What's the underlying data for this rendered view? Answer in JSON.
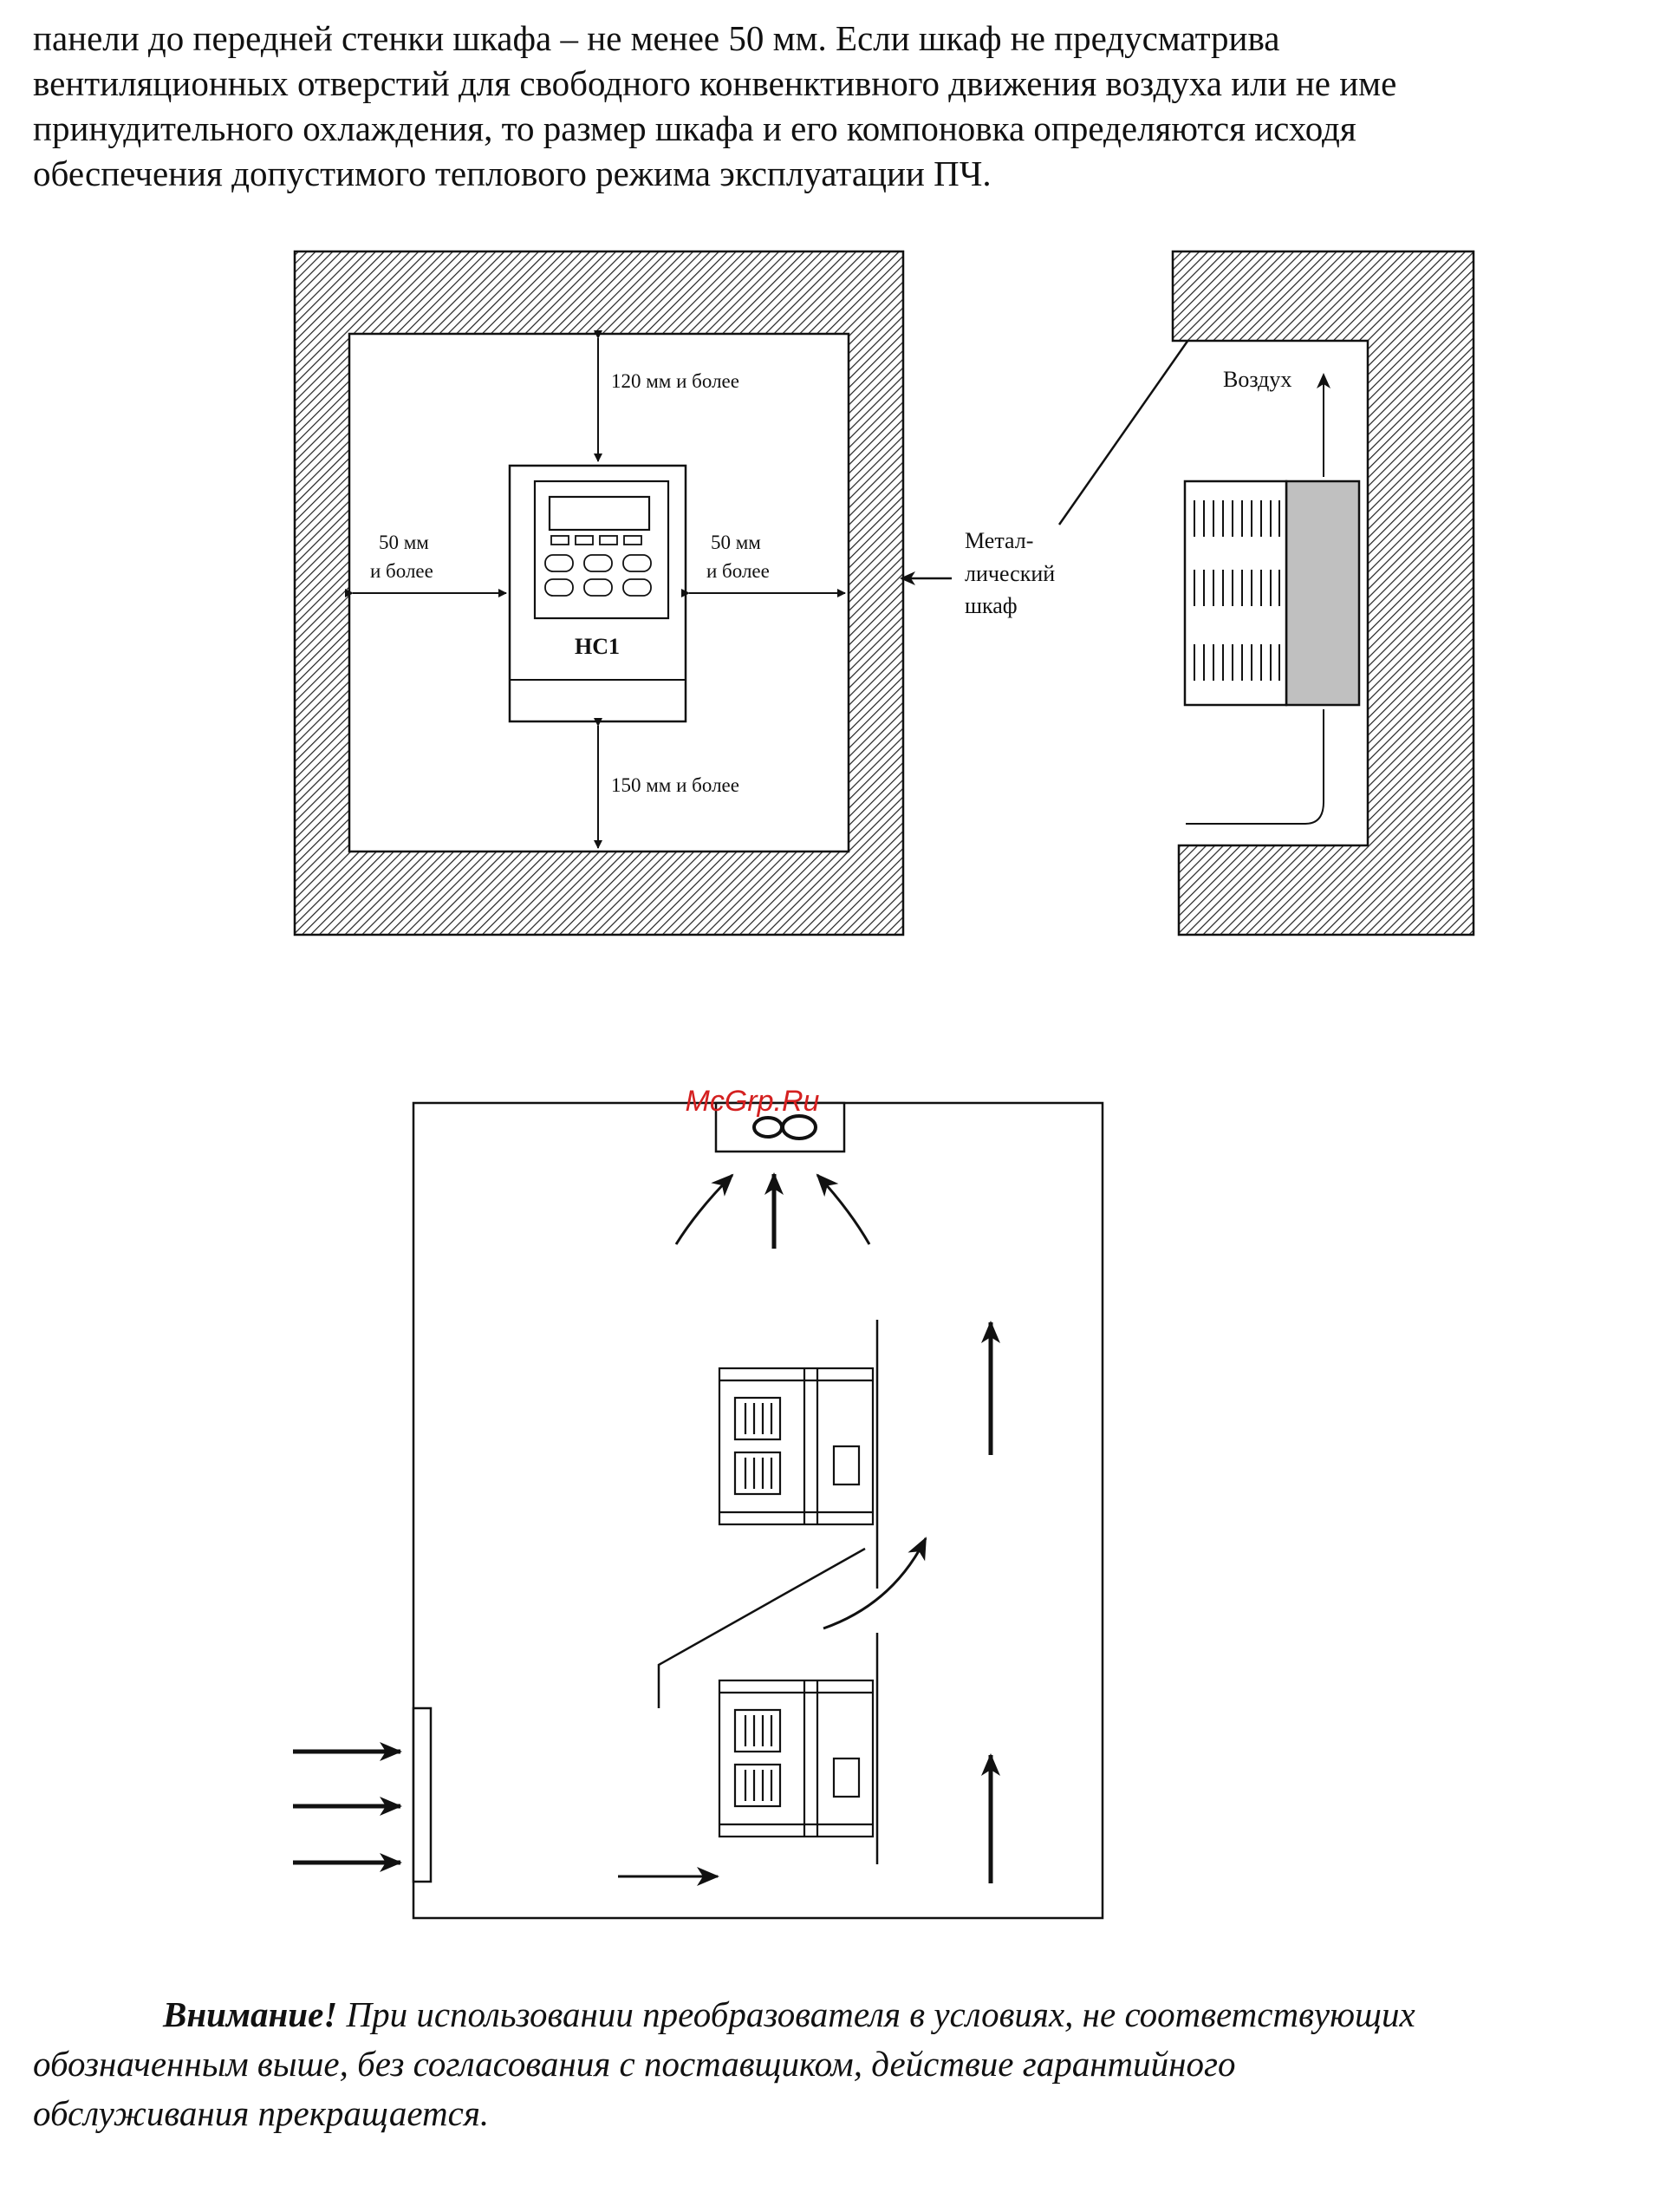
{
  "intro_lines": [
    "панели до передней стенки шкафа – не менее 50 мм. Если шкаф не предусматрива",
    "вентиляционных отверстий для свободного конвенктивного движения воздуха или не име",
    "принудительного охлаждения, то размер шкафа и его компоновка определяются исходя",
    "обеспечения допустимого теплового режима эксплуатации ПЧ."
  ],
  "figure1": {
    "top_clearance": "120 мм и более",
    "bottom_clearance": "150 мм и более",
    "left_clearance_1": "50 мм",
    "left_clearance_2": "и более",
    "right_clearance_1": "50 мм",
    "right_clearance_2": "и более",
    "device_label": "HC1",
    "cabinet_label_1": "Метал-",
    "cabinet_label_2": "лический",
    "cabinet_label_3": "шкаф",
    "air_label": "Воздух"
  },
  "watermark": "McGrp.Ru",
  "warning": {
    "bold": "Внимание!",
    "line1": " При использовании преобразователя в условиях, не соответствующих",
    "line2": "обозначенным выше, без согласования с поставщиком, действие гарантийного",
    "line3": "обслуживания прекращается."
  }
}
